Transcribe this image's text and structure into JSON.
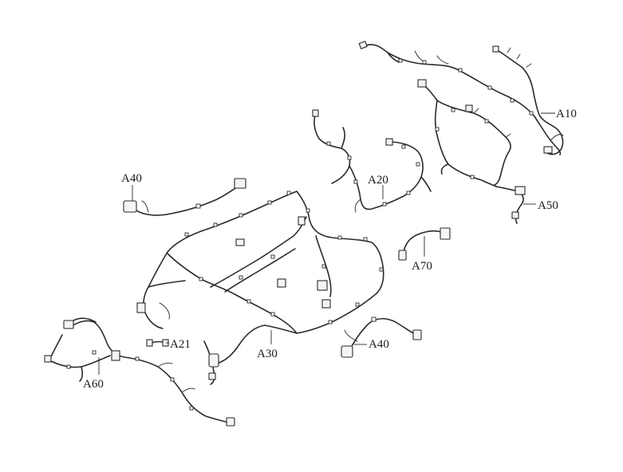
{
  "labels": {
    "a10": "A10",
    "a20": "A20",
    "a21": "A21",
    "a30": "A30",
    "a40_top": "A40",
    "a40_bottom": "A40",
    "a50": "A50",
    "a60": "A60",
    "a70": "A70"
  },
  "colors": {
    "line": "#2a2a2a",
    "background": "#ffffff"
  }
}
